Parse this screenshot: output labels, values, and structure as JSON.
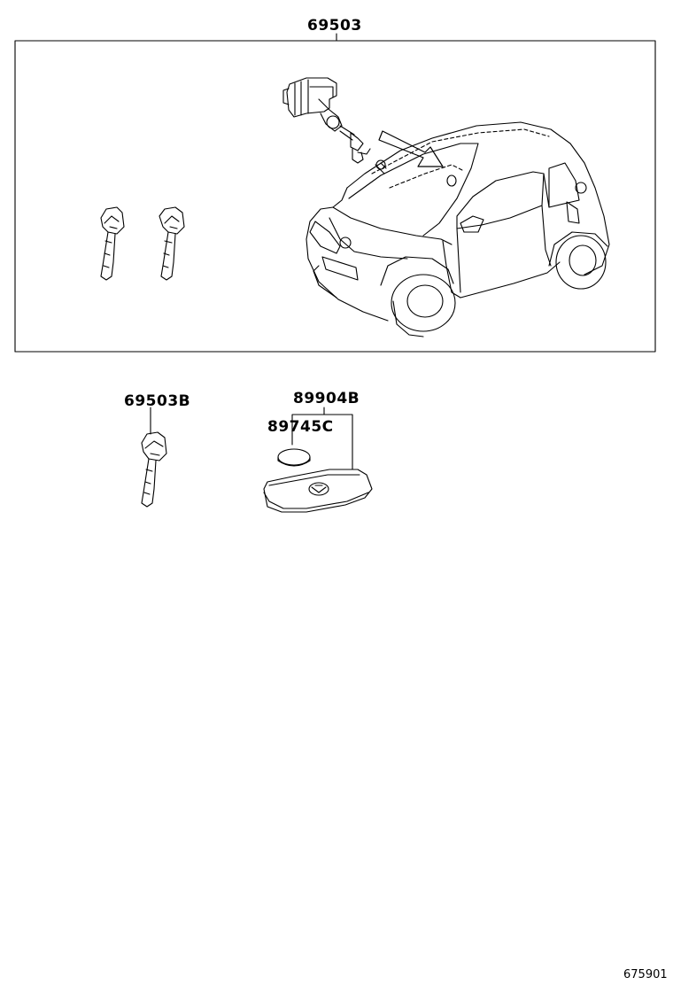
{
  "labels": {
    "assembly": "69503",
    "key_single": "69503B",
    "transmitter": "89904B",
    "battery": "89745C"
  },
  "figure_code": "675901"
}
